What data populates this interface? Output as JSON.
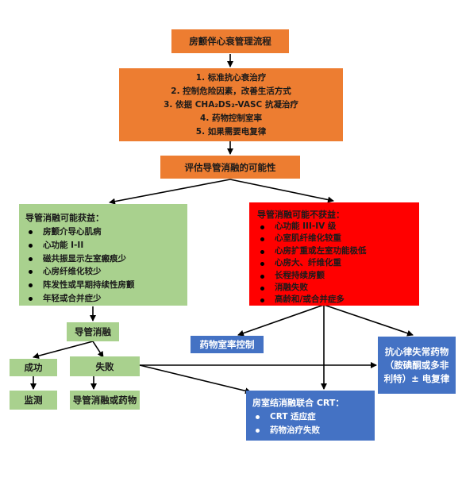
{
  "title": "房颤伴心衰管理流程",
  "steps": [
    "1. 标准抗心衰治疗",
    "2. 控制危险因素，改善生活方式",
    "3. 依据 CHA₂DS₂-VASC 抗凝治疗",
    "4. 药物控制室率",
    "5. 如果需要电复律"
  ],
  "evaluate": "评估导管消融的可能性",
  "benefit": {
    "title": "导管消融可能获益：",
    "items": [
      "房颤介导心肌病",
      "心功能 I-II",
      "磁共振显示左室瘢痕少",
      "心房纤维化较少",
      "阵发性或早期持续性房颤",
      "年轻或合并症少"
    ]
  },
  "no_benefit": {
    "title": "导管消融可能不获益：",
    "items": [
      "心功能 III-IV 级",
      "心室肌纤维化较重",
      "心房扩重或左室功能极低",
      "心房大、纤维化重",
      "长程持续房颤",
      "消融失败",
      "高龄和/或合并症多"
    ]
  },
  "ablation": "导管消融",
  "success": "成功",
  "failure": "失败",
  "monitor": "监测",
  "ablation_or_drug": "导管消融或药物",
  "rate_control": "药物室率控制",
  "antiarrhythmic": {
    "line1": "抗心律失常药物",
    "line2": "（胺碘酮或多非",
    "line3": "利特）± 电复律"
  },
  "av_node": {
    "title": "房室结消融联合 CRT：",
    "items": [
      "CRT 适应症",
      "药物治疗失败"
    ]
  },
  "colors": {
    "orange": "#ed7d31",
    "green": "#a9d18e",
    "red": "#ff0000",
    "blue": "#4472c4"
  }
}
